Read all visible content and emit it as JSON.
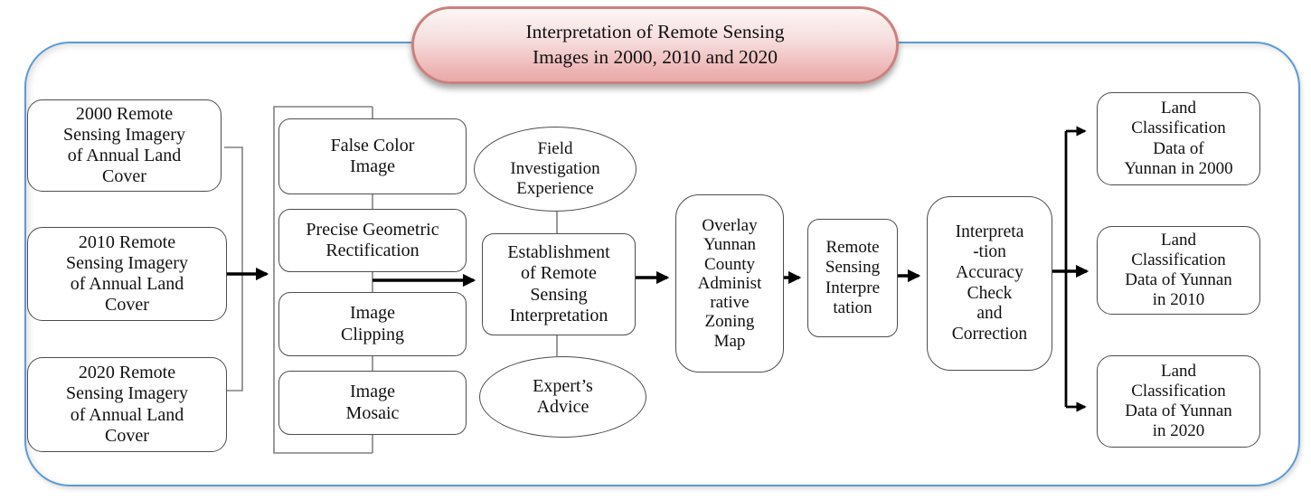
{
  "figure": {
    "title": "Interpretation of Remote Sensing\nImages in 2000, 2010 and 2020"
  },
  "sources": [
    {
      "label": "2000 Remote\nSensing Imagery\nof Annual Land\nCover"
    },
    {
      "label": "2010 Remote\nSensing Imagery\nof Annual Land\nCover"
    },
    {
      "label": "2020 Remote\nSensing Imagery\nof Annual Land\nCover"
    }
  ],
  "preprocessing": [
    {
      "label": "False Color\nImage"
    },
    {
      "label": "Precise Geometric\nRectification"
    },
    {
      "label": "Image\nClipping"
    },
    {
      "label": "Image\nMosaic"
    }
  ],
  "knowledge": {
    "field_investigation": "Field\nInvestigation\nExperience",
    "expert_advice": "Expert’s\nAdvice"
  },
  "process": {
    "establishment": "Establishment\nof Remote\nSensing\nInterpretation",
    "overlay": "Overlay\nYunnan\nCounty\nAdminist\nrative\nZoning\nMap",
    "interpretation": "Remote\nSensing\nInterpre\ntation",
    "accuracy_check": "Interpreta\n-tion\nAccuracy\nCheck\nand\nCorrection"
  },
  "outputs": [
    {
      "label": "Land\nClassification\nData of\nYunnan in 2000"
    },
    {
      "label": "Land\nClassification\nData of Yunnan\nin 2010"
    },
    {
      "label": "Land\nClassification\nData of Yunnan\nin 2020"
    }
  ],
  "colors": {
    "outer_border": "#5b9bd5",
    "bubble_border": "#c9827f",
    "bubble_fill_top": "#fdf6f6",
    "bubble_fill_bottom": "#e9a9a9",
    "box_border": "#4d4d4d",
    "connector": "#808080",
    "arrow": "#000000",
    "box_fill": "#ffffff"
  }
}
